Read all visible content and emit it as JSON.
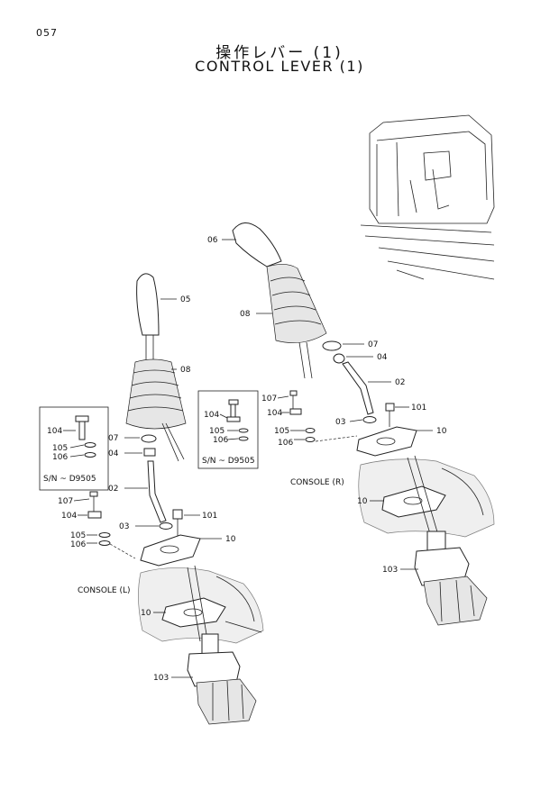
{
  "page_number": "057",
  "title_jp": "操作レバー (1)",
  "title_en": "CONTROL LEVER (1)",
  "left_group": {
    "grip": "05",
    "boot": "08",
    "clamp": "07",
    "nut": "04",
    "lever": "02",
    "washer": "03",
    "bolt_101": "101",
    "plate_upper": "10",
    "plate_lower": "10",
    "console_label": "CONSOLE (L)",
    "valve": "103",
    "bolt_107": "107",
    "bolt_104": "104",
    "washer_105": "105",
    "washer_106": "106",
    "inset": {
      "bolt": "104",
      "washer_a": "105",
      "washer_b": "106",
      "serial": "S/N ~ D9505"
    }
  },
  "right_group": {
    "grip": "06",
    "boot": "08",
    "clamp": "07",
    "nut": "04",
    "lever": "02",
    "washer": "03",
    "bolt_101": "101",
    "plate_upper": "10",
    "plate_lower": "10",
    "console_label": "CONSOLE (R)",
    "valve": "103",
    "bolt_107": "107",
    "bolt_104": "104",
    "washer_105": "105",
    "washer_106": "106",
    "inset": {
      "bolt": "104",
      "washer_a": "105",
      "washer_b": "106",
      "serial": "S/N ~ D9505"
    }
  }
}
